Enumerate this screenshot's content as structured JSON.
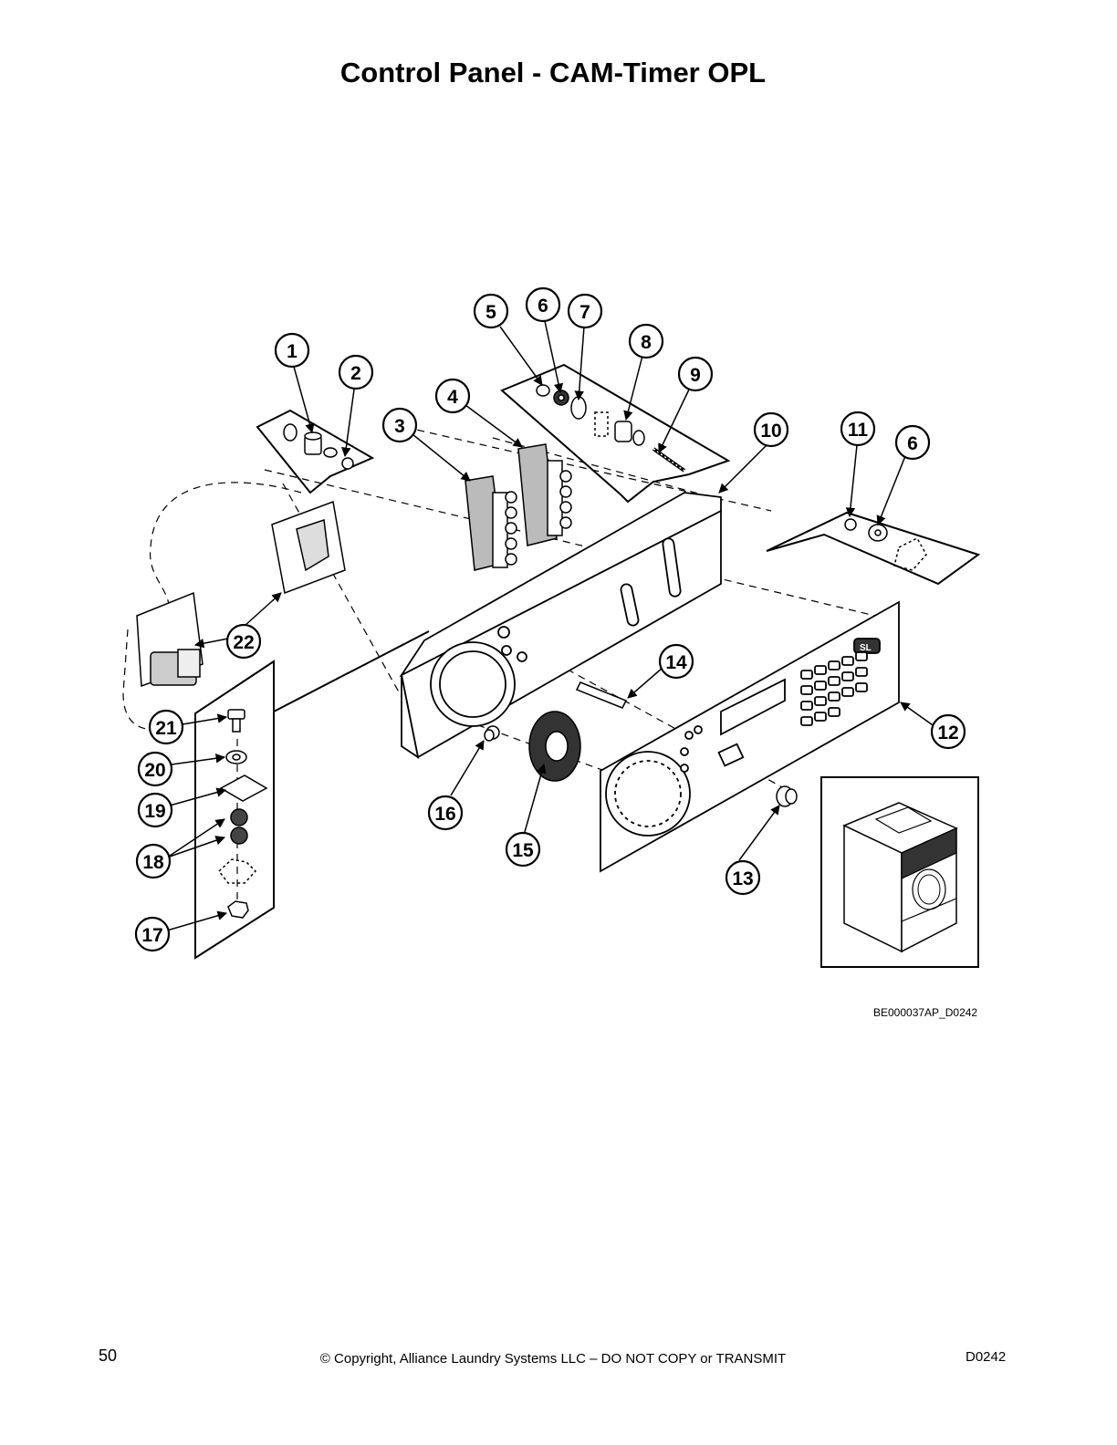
{
  "page": {
    "title": "Control Panel - CAM-Timer OPL",
    "figure_id": "BE000037AP_D0242",
    "page_number": "50",
    "copyright": "© Copyright, Alliance Laundry Systems LLC – DO NOT COPY or TRANSMIT",
    "doc_code": "D0242"
  },
  "diagram": {
    "panel_logo_text": "SL",
    "callouts": [
      "1",
      "2",
      "3",
      "4",
      "5",
      "6",
      "7",
      "8",
      "9",
      "10",
      "11",
      "6",
      "12",
      "13",
      "14",
      "15",
      "16",
      "17",
      "18",
      "19",
      "20",
      "21",
      "22"
    ]
  }
}
